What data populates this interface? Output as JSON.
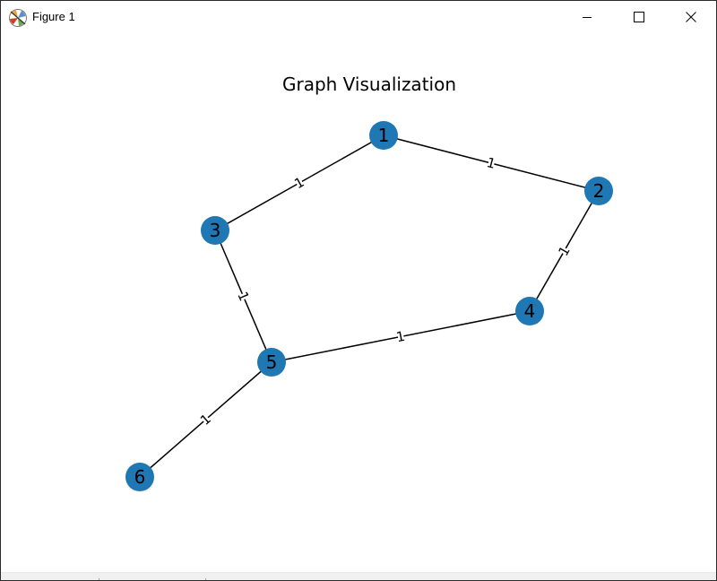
{
  "window": {
    "title": "Figure 1",
    "app_icon": "matplotlib-figure-icon",
    "controls": {
      "minimize_icon": "minimize-icon",
      "maximize_icon": "maximize-icon",
      "close_icon": "close-icon"
    }
  },
  "figure": {
    "title": "Graph Visualization"
  },
  "graph": {
    "node_color": "#1f77b4",
    "edge_color": "#000000",
    "nodes": [
      {
        "id": "1",
        "label": "1"
      },
      {
        "id": "2",
        "label": "2"
      },
      {
        "id": "3",
        "label": "3"
      },
      {
        "id": "4",
        "label": "4"
      },
      {
        "id": "5",
        "label": "5"
      },
      {
        "id": "6",
        "label": "6"
      }
    ],
    "edges": [
      {
        "source": "1",
        "target": "2",
        "label": "1"
      },
      {
        "source": "1",
        "target": "3",
        "label": "1"
      },
      {
        "source": "2",
        "target": "4",
        "label": "1"
      },
      {
        "source": "3",
        "target": "5",
        "label": "1"
      },
      {
        "source": "4",
        "target": "5",
        "label": "1"
      },
      {
        "source": "5",
        "target": "6",
        "label": "1"
      }
    ]
  }
}
